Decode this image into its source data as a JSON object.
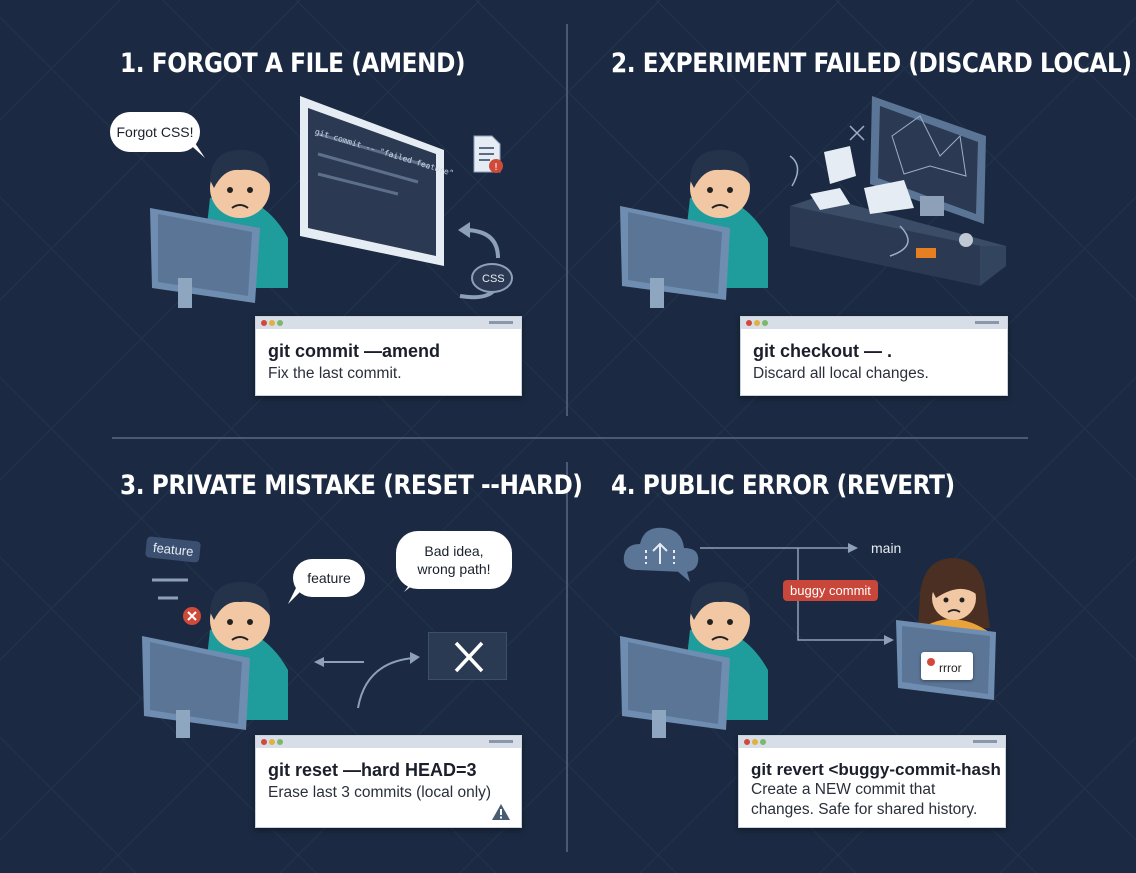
{
  "panels": [
    {
      "title": "1. FORGOT A FILE (AMEND)",
      "bubble": "Forgot CSS!",
      "screen_text": "git commit -- \"failed feature\"",
      "file_badge": "CSS",
      "command": "git commit —amend",
      "description": "Fix the last commit."
    },
    {
      "title": "2. EXPERIMENT FAILED (DISCARD LOCAL)",
      "command": "git checkout — .",
      "description": "Discard all local changes."
    },
    {
      "title": "3. PRIVATE MISTAKE (RESET --HARD)",
      "branch_tag": "feature",
      "bubble_left": "feature",
      "bubble_right_line1": "Bad idea,",
      "bubble_right_line2": "wrong path!",
      "command": "git reset —hard HEAD=3",
      "description": "Erase last 3 commits (local only)"
    },
    {
      "title": "4. PUBLIC ERROR (REVERT)",
      "branch_label": "main",
      "commit_tag": "buggy commit",
      "error_tag": "rrror",
      "command": "git revert <buggy-commit-hash",
      "description_line1": "Create a NEW commit that",
      "description_line2": "changes. Safe for shared history."
    }
  ],
  "colors": {
    "background": "#1b2a42",
    "accent_red": "#d04a3a",
    "shirt_teal": "#1f9c9c",
    "monitor": "#5a7596"
  },
  "icons": [
    "warning-icon",
    "close-icon",
    "cloud-upload-icon",
    "file-error-icon",
    "sync-arrows-icon"
  ]
}
